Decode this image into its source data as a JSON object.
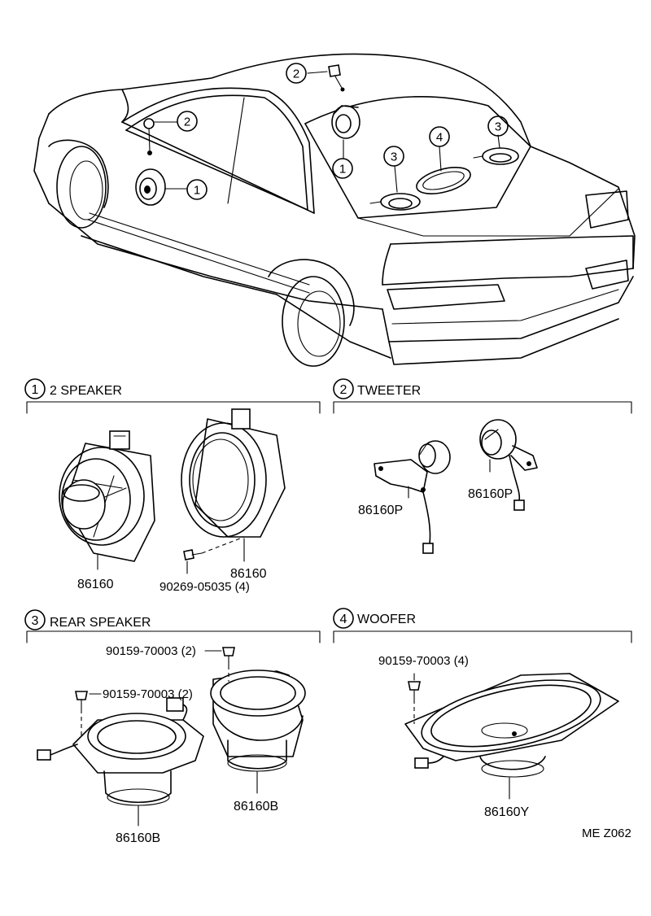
{
  "sections": [
    {
      "number": "1",
      "title": "2 SPEAKER"
    },
    {
      "number": "2",
      "title": "TWEETER"
    },
    {
      "number": "3",
      "title": "REAR SPEAKER"
    },
    {
      "number": "4",
      "title": "WOOFER"
    }
  ],
  "callouts": [
    "2",
    "2",
    "1",
    "1",
    "3",
    "4",
    "3"
  ],
  "part_numbers": {
    "speaker_left": "86160",
    "speaker_right": "86160",
    "screw_front": "90269-05035 (4)",
    "tweeter_left": "86160P",
    "tweeter_right": "86160P",
    "rear_screw_top": "90159-70003 (2)",
    "rear_screw_left": "90159-70003 (2)",
    "rear_speaker_right": "86160B",
    "rear_speaker_left": "86160B",
    "woofer_screw": "90159-70003 (4)",
    "woofer": "86160Y"
  },
  "diagram_code": "ME Z062"
}
